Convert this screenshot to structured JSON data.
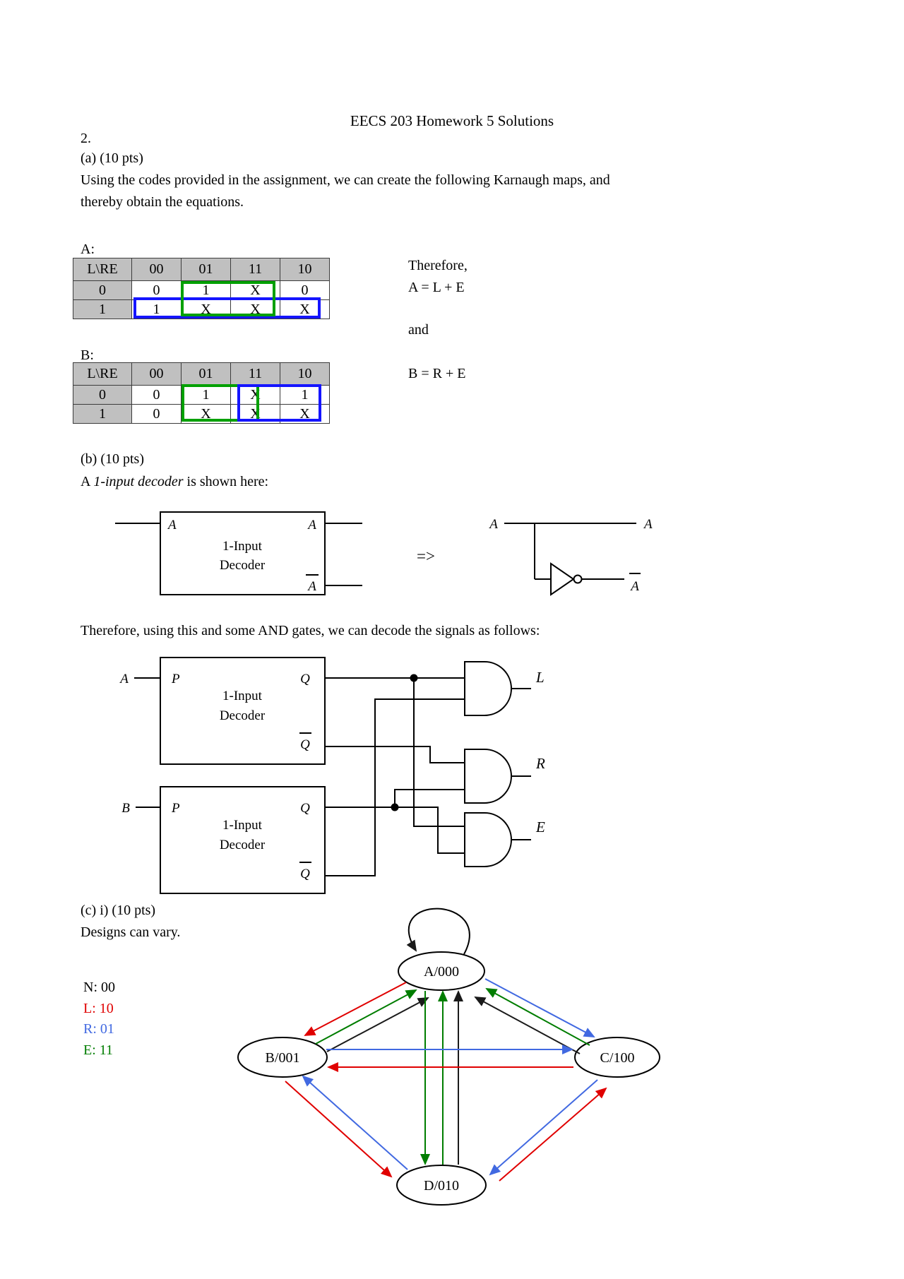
{
  "page": {
    "title": "EECS 203 Homework 5 Solutions"
  },
  "intro": {
    "problem_number": "2.",
    "part_a_heading": "(a) (10 pts)",
    "body_line1": "Using the codes provided in the assignment, we can create the following Karnaugh maps, and",
    "body_line2": "thereby obtain the equations."
  },
  "kmap_a": {
    "label": "A:",
    "corner": "L\\RE",
    "cols": [
      "00",
      "01",
      "11",
      "10"
    ],
    "rows": [
      {
        "header": "0",
        "cells": [
          "0",
          "1",
          "X",
          "0"
        ]
      },
      {
        "header": "1",
        "cells": [
          "1",
          "X",
          "X",
          "X"
        ]
      }
    ]
  },
  "kmap_b": {
    "label": "B:",
    "corner": "L\\RE",
    "cols": [
      "00",
      "01",
      "11",
      "10"
    ],
    "rows": [
      {
        "header": "0",
        "cells": [
          "0",
          "1",
          "X",
          "1"
        ]
      },
      {
        "header": "1",
        "cells": [
          "0",
          "X",
          "X",
          "X"
        ]
      }
    ]
  },
  "equations": {
    "therefore": "Therefore,",
    "eq_a": "A = L + E",
    "and": "and",
    "eq_b": "B = R + E"
  },
  "part_b": {
    "heading": "(b) (10 pts)",
    "intro_prefix": "A ",
    "intro_italic": "1-input decoder",
    "intro_suffix": " is shown here:",
    "therefore_line": "Therefore, using this and some AND gates, we can decode the signals as follows:"
  },
  "decoder_demo": {
    "input_label": "A",
    "box_line1": "1-Input",
    "box_line2": "Decoder",
    "output_true": "A",
    "output_false": "A",
    "arrow": "=>",
    "equiv_in": "A",
    "equiv_out_true": "A",
    "equiv_out_false": "A"
  },
  "circuit": {
    "input_a": "A",
    "input_b": "B",
    "port_in": "P",
    "port_q": "Q",
    "port_qbar": "Q",
    "box_line1": "1-Input",
    "box_line2": "Decoder",
    "out_l": "L",
    "out_r": "R",
    "out_e": "E"
  },
  "part_c": {
    "heading": "(c) i) (10 pts)",
    "note": "Designs can vary."
  },
  "legend": {
    "items": [
      {
        "label": "N: 00",
        "color": "#000000"
      },
      {
        "label": "L: 10",
        "color": "#e00000"
      },
      {
        "label": "R: 01",
        "color": "#4169e1"
      },
      {
        "label": "E: 11",
        "color": "#007d00"
      }
    ]
  },
  "state_diagram": {
    "nodes": [
      {
        "label": "A/000"
      },
      {
        "label": "B/001"
      },
      {
        "label": "C/100"
      },
      {
        "label": "D/010"
      }
    ],
    "edge_colors": {
      "N": "#1a1a1a",
      "L": "#e00000",
      "R": "#4169e1",
      "E": "#007d00"
    }
  }
}
